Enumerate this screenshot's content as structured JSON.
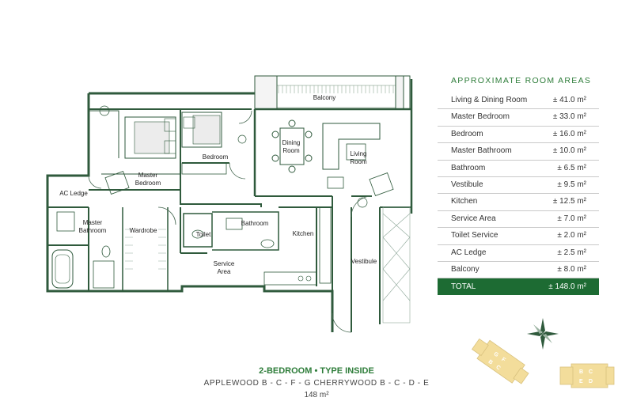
{
  "rooms": {
    "balcony": "Balcony",
    "dining_room_1": "Dining",
    "dining_room_2": "Room",
    "living_room_1": "Living",
    "living_room_2": "Room",
    "bedroom": "Bedroom",
    "master_bedroom_1": "Master",
    "master_bedroom_2": "Bedroom",
    "ac_ledge": "AC Ledge",
    "master_bathroom_1": "Master",
    "master_bathroom_2": "Bathroom",
    "wardrobe": "Wardrobe",
    "toilet": "Toilet",
    "bathroom": "Bathroom",
    "kitchen": "Kitchen",
    "service_area_1": "Service",
    "service_area_2": "Area",
    "vestibule": "Vestibule"
  },
  "areas": {
    "heading": "APPROXIMATE ROOM AREAS",
    "rows": [
      {
        "name": "Living & Dining Room",
        "value": "± 41.0 m²"
      },
      {
        "name": "Master Bedroom",
        "value": "± 33.0 m²"
      },
      {
        "name": "Bedroom",
        "value": "± 16.0 m²"
      },
      {
        "name": "Master Bathroom",
        "value": "± 10.0 m²"
      },
      {
        "name": "Bathroom",
        "value": "±   6.5 m²"
      },
      {
        "name": "Vestibule",
        "value": "±   9.5 m²"
      },
      {
        "name": "Kitchen",
        "value": "± 12.5 m²"
      },
      {
        "name": "Service Area",
        "value": "±   7.0 m²"
      },
      {
        "name": "Toilet Service",
        "value": "±   2.0 m²"
      },
      {
        "name": "AC Ledge",
        "value": "±   2.5 m²"
      },
      {
        "name": "Balcony",
        "value": "±   8.0 m²"
      }
    ],
    "total": {
      "name": "TOTAL",
      "value": "± 148.0 m²"
    }
  },
  "footer": {
    "title": "2-BEDROOM • TYPE INSIDE",
    "subtitle": "APPLEWOOD B - C - F - G   CHERRYWOOD B - C - D - E",
    "size": "148 m²"
  },
  "keyplan": {
    "letters_left": [
      "G",
      "F",
      "B",
      "C"
    ],
    "letters_right": [
      "B",
      "C",
      "E",
      "D"
    ]
  },
  "colors": {
    "accent_green": "#2e7d3a",
    "total_bg": "#1d6b33",
    "keyplan_fill": "#f3dd9b",
    "plan_stroke": "#2f5a3c"
  }
}
